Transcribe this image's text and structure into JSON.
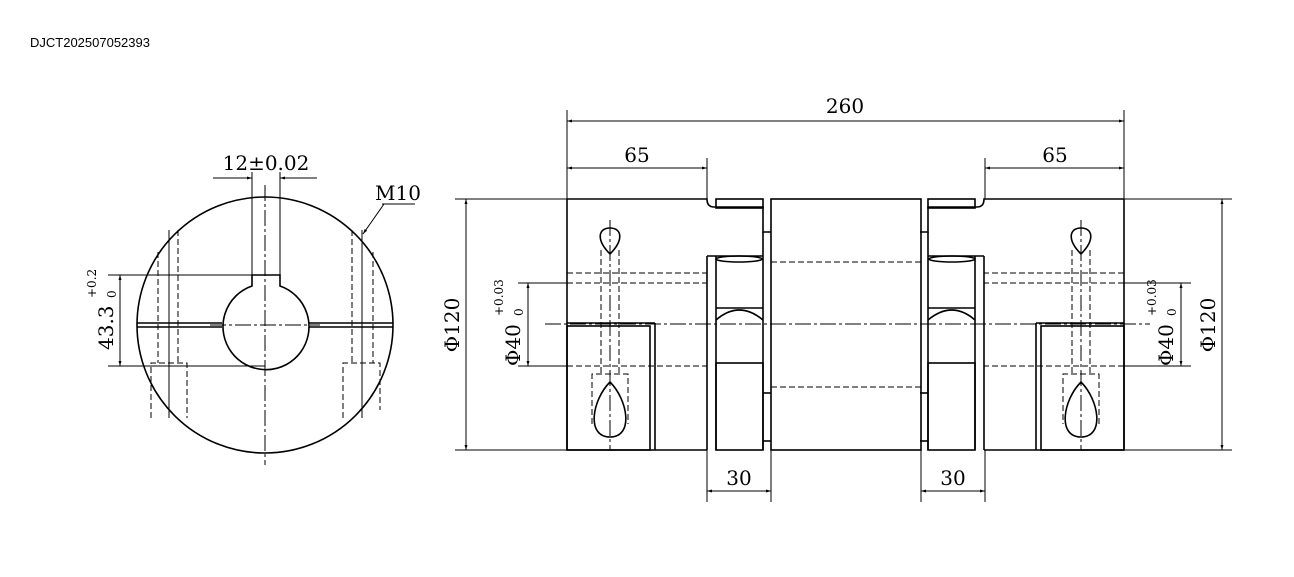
{
  "document_id": "DJCT202507052393",
  "end_view": {
    "keyway_width": "12±0.02",
    "thread": "M10",
    "key_depth": "43.3",
    "key_depth_tol_upper": "+0.2",
    "key_depth_tol_lower": "0"
  },
  "side_view": {
    "overall_length": "260",
    "hub_length_left": "65",
    "hub_length_right": "65",
    "outer_diameter_left": "Φ120",
    "outer_diameter_right": "Φ120",
    "bore_left": "Φ40",
    "bore_right": "Φ40",
    "bore_tol_upper": "+0.03",
    "bore_tol_lower": "0",
    "element_width_left": "30",
    "element_width_right": "30"
  }
}
